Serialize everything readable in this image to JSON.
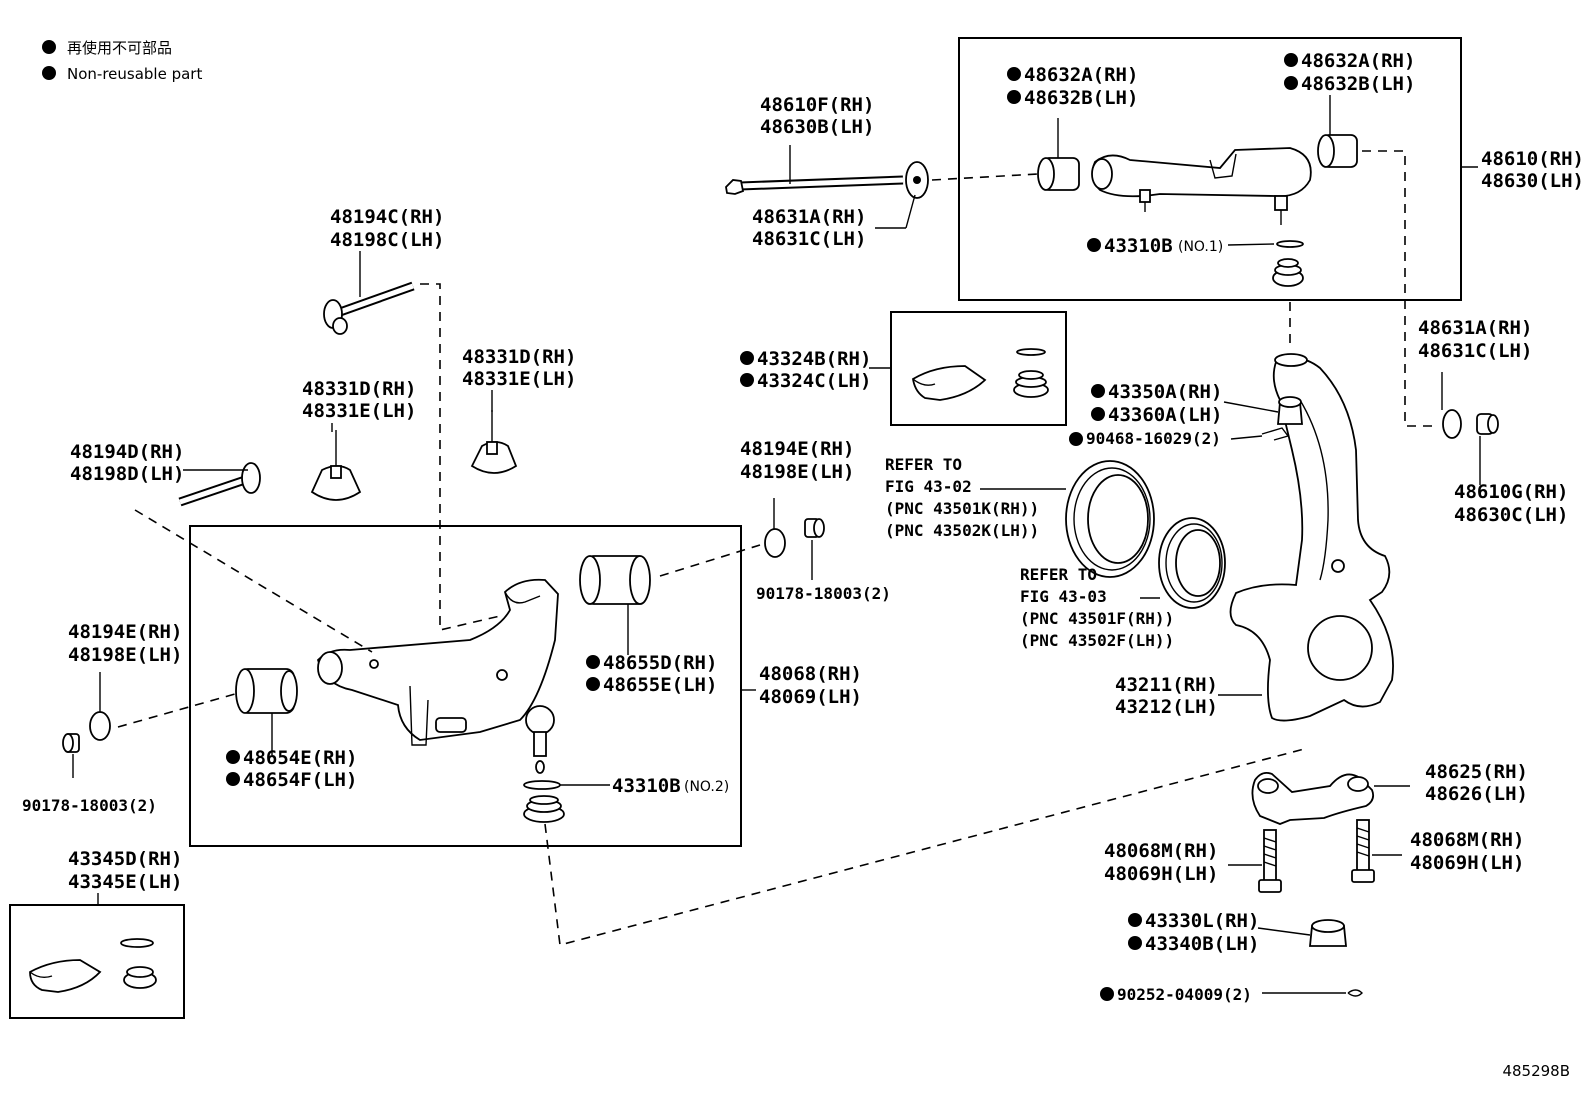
{
  "legend": {
    "jp": "再使用不可部品",
    "en": "Non-reusable part"
  },
  "figure_id": "485298B",
  "labels": {
    "p48610F": "48610F(RH)",
    "p48630B": "48630B(LH)",
    "p48631A_top": "48631A(RH)",
    "p48631C_top": "48631C(LH)",
    "p48632A_l": "48632A(RH)",
    "p48632B_l": "48632B(LH)",
    "p48632A_r": "48632A(RH)",
    "p48632B_r": "48632B(LH)",
    "p48610_rh": "48610(RH)",
    "p48630_lh": "48630(LH)",
    "p43310B_1": "43310B",
    "p43310B_1_sub": "(NO.1)",
    "p48194C": "48194C(RH)",
    "p48198C": "48198C(LH)",
    "p48331D_a": "48331D(RH)",
    "p48331E_a": "48331E(LH)",
    "p48331D_b": "48331D(RH)",
    "p48331E_b": "48331E(LH)",
    "p43324B": "43324B(RH)",
    "p43324C": "43324C(LH)",
    "p43350A": "43350A(RH)",
    "p43360A": "43360A(LH)",
    "p90468": "90468-16029(2)",
    "p48631A_r": "48631A(RH)",
    "p48631C_r": "48631C(LH)",
    "p48610G": "48610G(RH)",
    "p48630C": "48630C(LH)",
    "p48194D": "48194D(RH)",
    "p48198D": "48198D(LH)",
    "p48194E_r": "48194E(RH)",
    "p48198E_r": "48198E(LH)",
    "p90178_r": "90178-18003(2)",
    "ref1_a": "REFER TO",
    "ref1_b": "FIG 43-02",
    "ref1_c": "(PNC 43501K(RH))",
    "ref1_d": "(PNC 43502K(LH))",
    "ref2_a": "REFER TO",
    "ref2_b": "FIG 43-03",
    "ref2_c": "(PNC 43501F(RH))",
    "ref2_d": "(PNC 43502F(LH))",
    "p48655D": "48655D(RH)",
    "p48655E": "48655E(LH)",
    "p48068": "48068(RH)",
    "p48069": "48069(LH)",
    "p48194E_l": "48194E(RH)",
    "p48198E_l": "48198E(LH)",
    "p48654E": "48654E(RH)",
    "p48654F": "48654F(LH)",
    "p90178_l": "90178-18003(2)",
    "p43310B_2": "43310B",
    "p43310B_2_sub": "(NO.2)",
    "p43211": "43211(RH)",
    "p43212": "43212(LH)",
    "p48625": "48625(RH)",
    "p48626": "48626(LH)",
    "p48068M_l": "48068M(RH)",
    "p48069H_l": "48069H(LH)",
    "p48068M_r": "48068M(RH)",
    "p48069H_r": "48069H(LH)",
    "p43330L": "43330L(RH)",
    "p43340B": "43340B(LH)",
    "p90252": "90252-04009(2)",
    "p43345D": "43345D(RH)",
    "p43345E": "43345E(LH)"
  }
}
